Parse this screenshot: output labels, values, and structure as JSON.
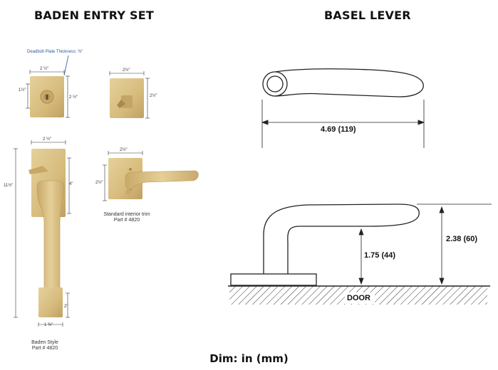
{
  "left": {
    "title": "BADEN ENTRY SET",
    "deadbolt_note": "Deadbolt Plate Thickness: ⅜\"",
    "dims": {
      "deadbolt_width": "2 ½\"",
      "deadbolt_inner": "1½\"",
      "deadbolt_height": "2 ½\"",
      "sq_width": "2½\"",
      "sq_height": "2½\"",
      "grip_width": "2 ½\"",
      "grip_total": "11½\"",
      "grip_upper": "4\"",
      "grip_bottom": "2\"",
      "grip_base_width": "1 ⅜\"",
      "lever_width": "2½\"",
      "lever_height": "2½\""
    },
    "interior_caption": [
      "Standard interior trim",
      "Part # 4820"
    ],
    "style_caption": [
      "Baden Style",
      "Part # 4820"
    ]
  },
  "right": {
    "title": "BASEL LEVER",
    "length_dim": "4.69 (119)",
    "projection_dim": "2.38 (60)",
    "clearance_dim": "1.75 (44)",
    "door_label": "DOOR"
  },
  "footer": "Dim: in (mm)",
  "colors": {
    "brass": "#d8bf82",
    "brass_dark": "#b89a5a",
    "line": "#222222"
  }
}
